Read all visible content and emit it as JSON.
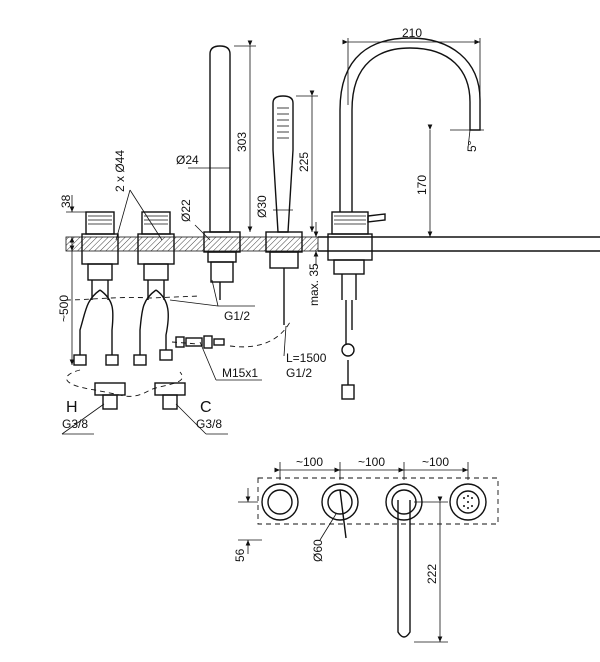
{
  "labels": {
    "w210": "210",
    "h303": "303",
    "h225": "225",
    "h170": "170",
    "d24": "Ø24",
    "d30": "Ø30",
    "d22": "Ø22",
    "d44": "2 x Ø44",
    "h38": "38",
    "h500": "~500",
    "max35": "max. 35",
    "g12a": "G1/2",
    "l1500": "L=1500",
    "g12b": "G1/2",
    "m15": "M15x1",
    "hot": "H",
    "cold": "C",
    "g38a": "G3/8",
    "g38b": "G3/8",
    "angle": "5°",
    "s100a": "~100",
    "s100b": "~100",
    "s100c": "~100",
    "d60": "Ø60",
    "h56": "56",
    "h222": "222"
  }
}
